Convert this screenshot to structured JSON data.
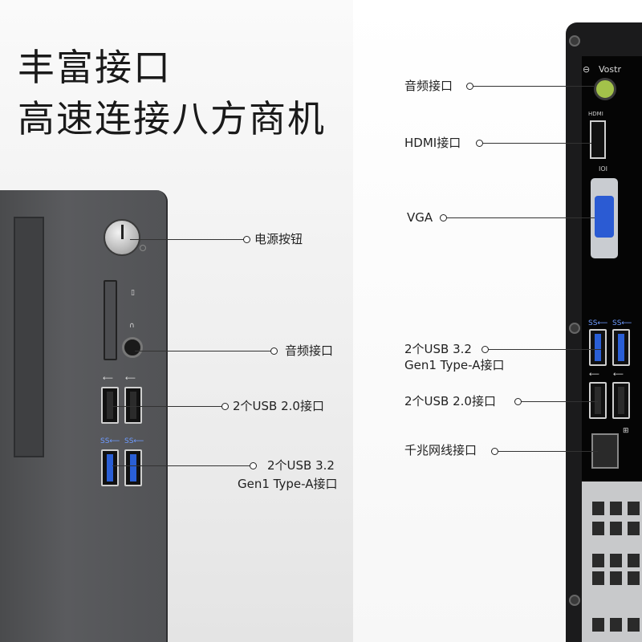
{
  "headline": {
    "line1": "丰富接口",
    "line2": "高速连接八方商机"
  },
  "front_labels": {
    "power": "电源按钮",
    "audio": "音频接口",
    "usb2": "2个USB 2.0接口",
    "usb3_line1": "2个USB 3.2",
    "usb3_line2": "Gen1 Type-A接口"
  },
  "rear_labels": {
    "audio": "音频接口",
    "hdmi": "HDMI接口",
    "vga": "VGA",
    "usb3_line1": "2个USB 3.2",
    "usb3_line2": "Gen1 Type-A接口",
    "usb2": "2个USB 2.0接口",
    "lan": "千兆网线接口"
  },
  "rear_panel": {
    "brand_text": "Vostr",
    "hdmi_tag": "HDMI",
    "vga_tag": "IOI"
  },
  "icons": {
    "usb3": "SS⟵",
    "usb": "⟵"
  }
}
